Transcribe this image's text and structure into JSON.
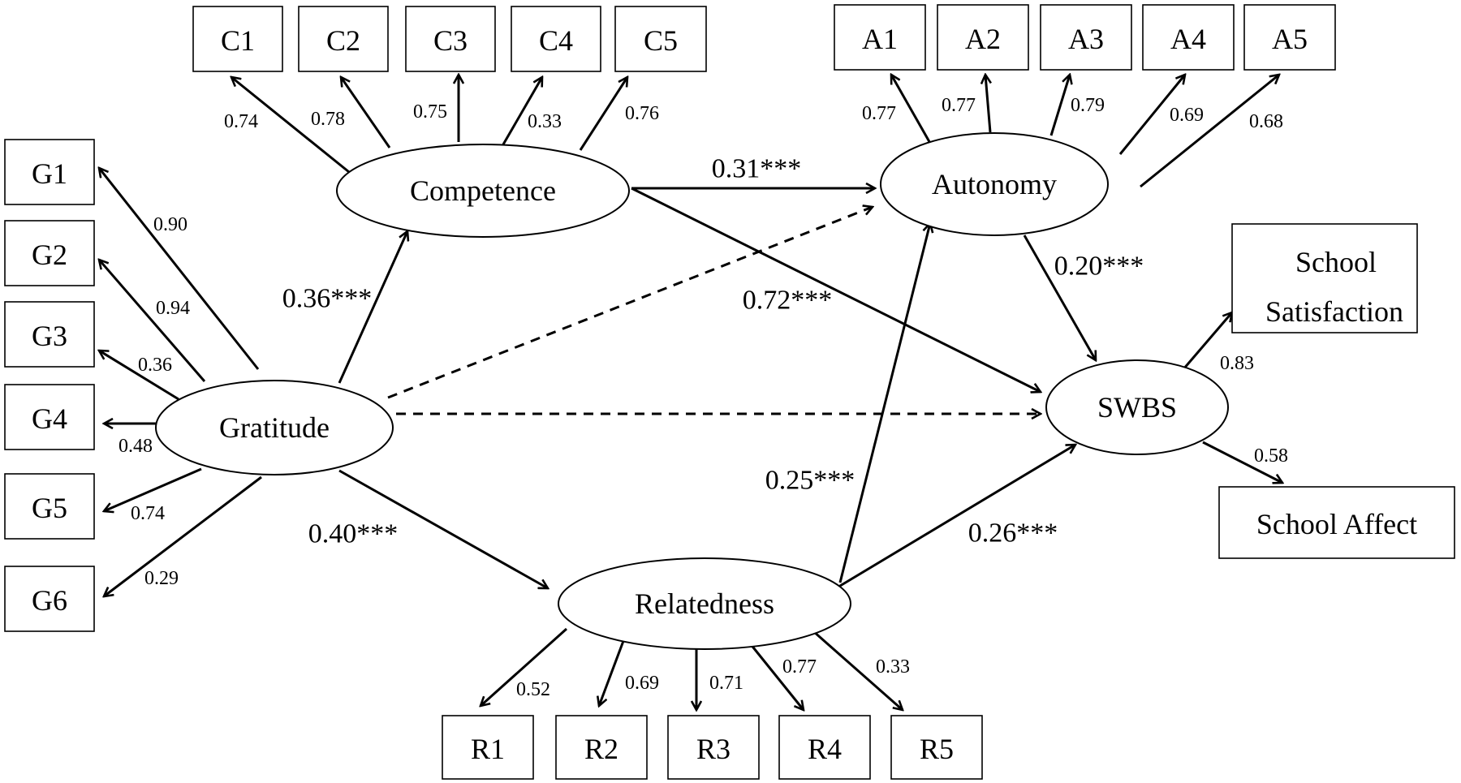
{
  "latents": {
    "competence": "Competence",
    "autonomy": "Autonomy",
    "gratitude": "Gratitude",
    "relatedness": "Relatedness",
    "swbs": "SWBS"
  },
  "indicators": {
    "c1": "C1",
    "c2": "C2",
    "c3": "C3",
    "c4": "C4",
    "c5": "C5",
    "a1": "A1",
    "a2": "A2",
    "a3": "A3",
    "a4": "A4",
    "a5": "A5",
    "g1": "G1",
    "g2": "G2",
    "g3": "G3",
    "g4": "G4",
    "g5": "G5",
    "g6": "G6",
    "r1": "R1",
    "r2": "R2",
    "r3": "R3",
    "r4": "R4",
    "r5": "R5",
    "school_satisfaction_line1": "School",
    "school_satisfaction_line2": "Satisfaction",
    "school_affect": "School Affect"
  },
  "loadings": {
    "c1": "0.74",
    "c2": "0.78",
    "c3": "0.75",
    "c4": "0.33",
    "c5": "0.76",
    "a1": "0.77",
    "a2": "0.77",
    "a3": "0.79",
    "a4": "0.69",
    "a5": "0.68",
    "g1": "0.90",
    "g2": "0.94",
    "g3": "0.36",
    "g4": "0.48",
    "g5": "0.74",
    "g6": "0.29",
    "r1": "0.52",
    "r2": "0.69",
    "r3": "0.71",
    "r4": "0.77",
    "r5": "0.33",
    "school_satisfaction": "0.83",
    "school_affect": "0.58"
  },
  "paths": {
    "competence_autonomy": "0.31***",
    "gratitude_competence": "0.36***",
    "competence_swbs": "0.72***",
    "autonomy_swbs": "0.20***",
    "gratitude_relatedness": "0.40***",
    "relatedness_autonomy": "0.25***",
    "relatedness_swbs": "0.26***"
  }
}
